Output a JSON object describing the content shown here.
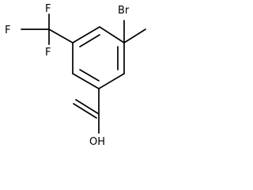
{
  "diagram": {
    "type": "chemical-structure",
    "atoms": {
      "bromine": "Br",
      "fluorine_top": "F",
      "fluorine_left": "F",
      "fluorine_bottom": "F",
      "hydroxyl": "OH"
    }
  }
}
